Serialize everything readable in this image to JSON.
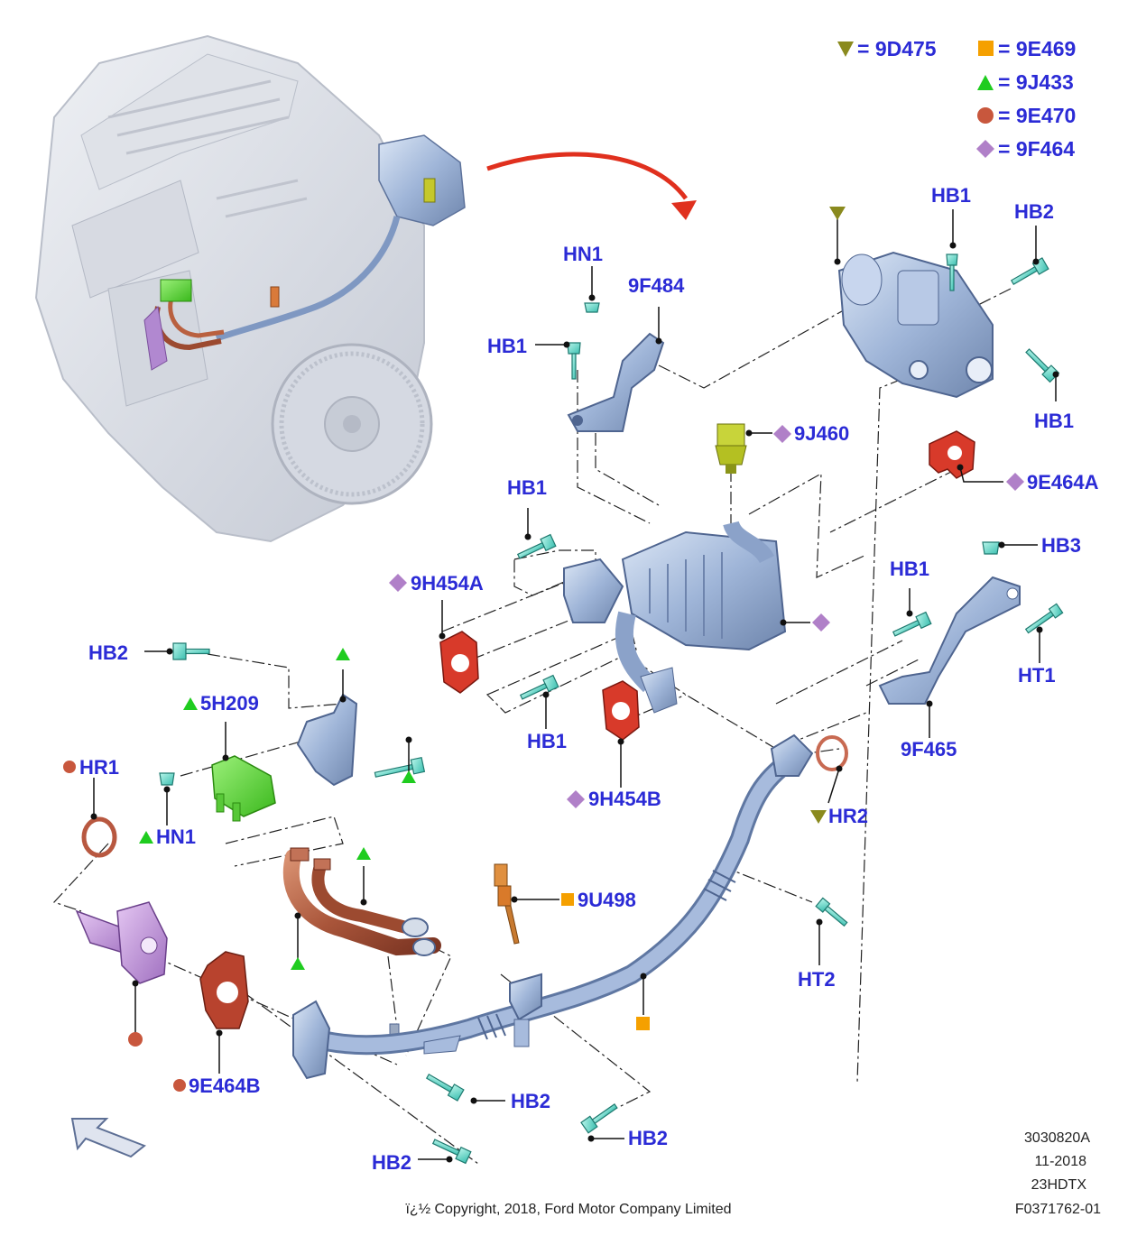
{
  "legend": [
    {
      "symbol": "down-triangle",
      "color": "#8a8a1e",
      "text": "= 9D475"
    },
    {
      "symbol": "square",
      "color": "#f5a000",
      "text": "= 9E469"
    },
    {
      "symbol": "up-triangle",
      "color": "#1fcc1f",
      "text": "= 9J433"
    },
    {
      "symbol": "circle",
      "color": "#c8573d",
      "text": "= 9E470"
    },
    {
      "symbol": "diamond",
      "color": "#b080c8",
      "text": "= 9F464"
    }
  ],
  "callouts": {
    "hn1_top": "HN1",
    "p9f484": "9F484",
    "hb1_left": "HB1",
    "hb1_top_right": "HB1",
    "hb2_top_right": "HB2",
    "hb1_right_valve": "HB1",
    "p9j460": "9J460",
    "p9e464a": "9E464A",
    "hb1_mid": "HB1",
    "p9h454a": "9H454A",
    "hb1_cooler_right": "HB1",
    "hb3": "HB3",
    "ht1": "HT1",
    "hb2_left": "HB2",
    "p5h209": "5H209",
    "hb1_lower": "HB1",
    "p9f465": "9F465",
    "hr1": "HR1",
    "hn1_bottom": "HN1",
    "p9h454b": "9H454B",
    "hr2": "HR2",
    "p9u498": "9U498",
    "ht2": "HT2",
    "p9e464b": "9E464B",
    "hb2_bottom_a": "HB2",
    "hb2_bottom_b": "HB2",
    "hb2_bottom_c": "HB2"
  },
  "footer": {
    "code": "3030820A",
    "date": "11-2018",
    "engine": "23HDTX",
    "ref": "F0371762-01",
    "copyright": "ï¿½ Copyright, 2018, Ford Motor Company Limited"
  },
  "colors": {
    "label": "#2b2bd6",
    "part_blue": "#9fb5d8",
    "engine_gray": "#cfd3dc",
    "red_arrow": "#e0301e"
  }
}
